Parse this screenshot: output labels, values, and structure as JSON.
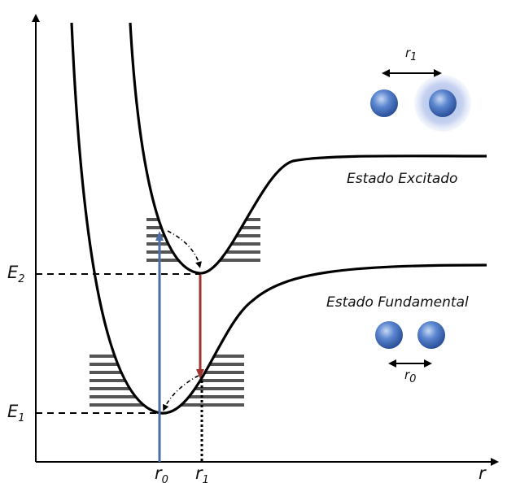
{
  "labels": {
    "excited_state": "Estado Excitado",
    "ground_state": "Estado Fundamental",
    "axis_r": "r",
    "e2": {
      "main": "E",
      "sub": "2"
    },
    "e1": {
      "main": "E",
      "sub": "1"
    },
    "r0_axis": {
      "main": "r",
      "sub": "0"
    },
    "r1_axis": {
      "main": "r",
      "sub": "1"
    },
    "r1_top": {
      "main": "r",
      "sub": "1"
    },
    "r0_bottom": {
      "main": "r",
      "sub": "0"
    }
  },
  "colors": {
    "curve": "#000000",
    "absorption_arrow": "#4a6fa5",
    "emission_arrow": "#a0322f",
    "vibrational_levels": "#555555",
    "atom": "#3f6fbf",
    "excited_glow": "#aab8e0"
  },
  "icons": {
    "atom": "sphere",
    "arrow": "double-headed-arrow"
  }
}
